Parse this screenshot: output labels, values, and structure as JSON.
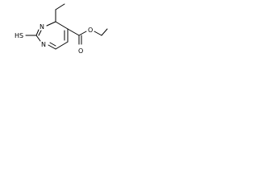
{
  "structure": {
    "atoms": {
      "n_top": "N",
      "n_bottom": "N",
      "thiol": "HS",
      "carbonyl_oxygen": "O",
      "ester_oxygen": "O"
    }
  }
}
